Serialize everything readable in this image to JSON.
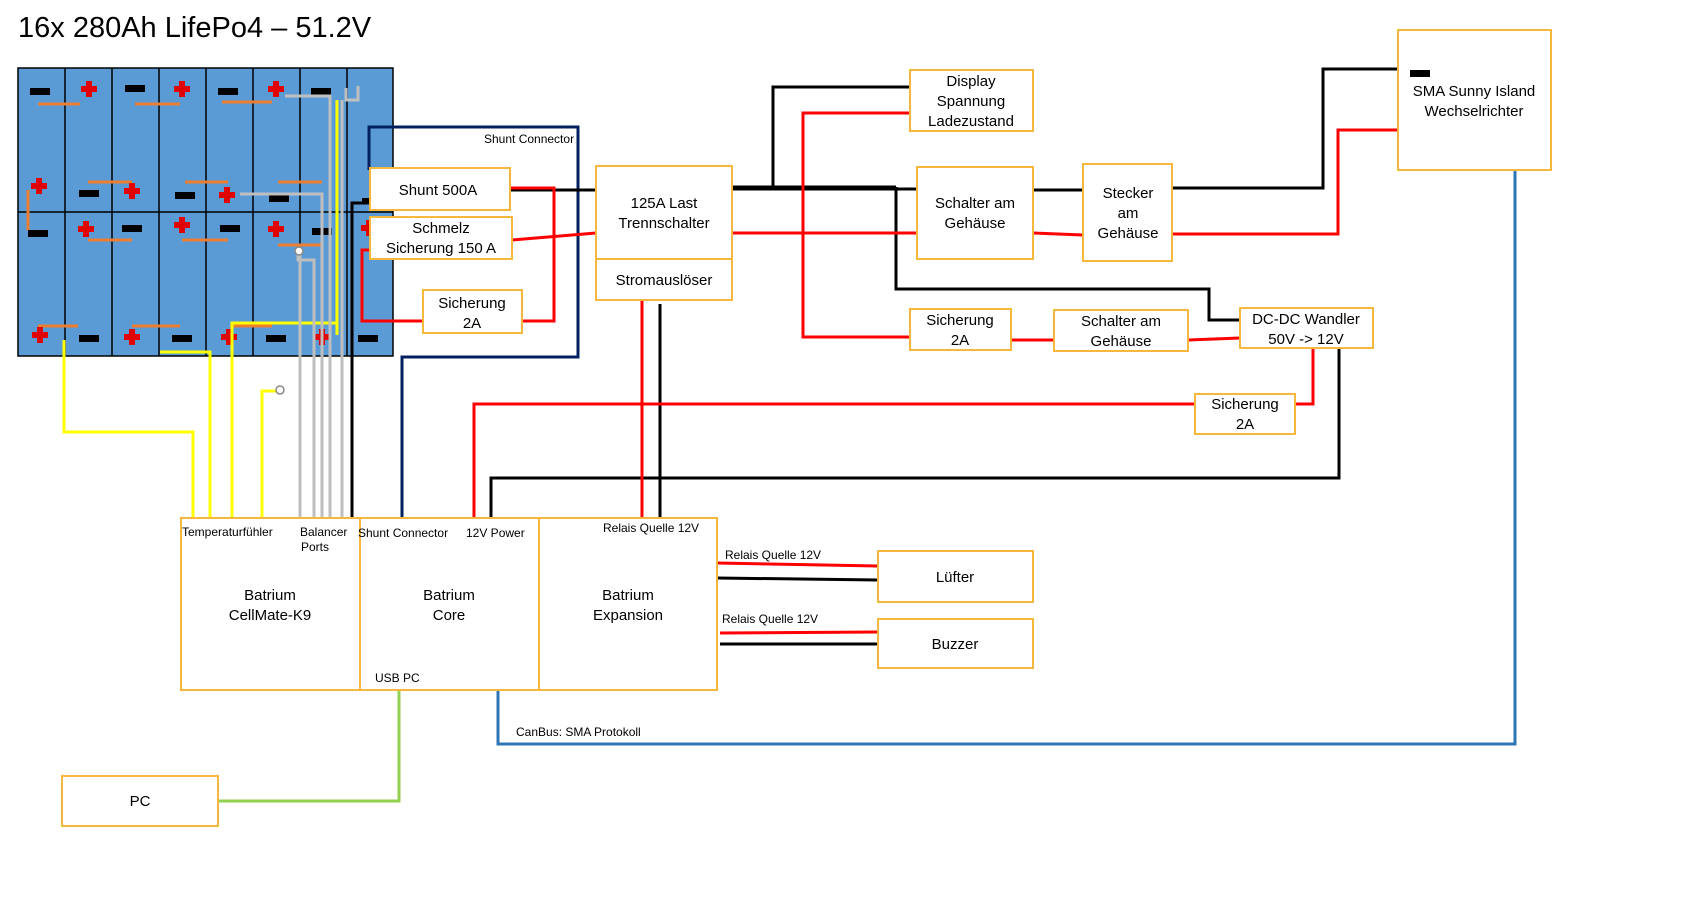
{
  "title": "16x 280Ah LifePo4 – 51.2V",
  "colors": {
    "box_border": "#f6b73c",
    "cell_fill": "#5b9bd5",
    "wire_red": "#ff0000",
    "wire_black": "#000000",
    "wire_yellow": "#ffff00",
    "wire_gray": "#bfbfbf",
    "wire_navy": "#002060",
    "wire_blue": "#2e75b6",
    "wire_green": "#92d050",
    "cell_link": "#ed7d31",
    "plus_sign": "#e00000"
  },
  "icons": {
    "terminal_plus": "plus-icon",
    "terminal_minus": "minus-icon"
  },
  "boxes": {
    "shunt": [
      "Shunt 500A"
    ],
    "fuse150": [
      "Schmelz",
      "Sicherung 150 A"
    ],
    "fuse2a_left": [
      "Sicherung",
      "2A"
    ],
    "disconnect": [
      "125A Last",
      "Trennschalter"
    ],
    "trip": [
      "Stromauslöser"
    ],
    "display": [
      "Display",
      "Spannung",
      "Ladezustand"
    ],
    "switch_top": [
      "Schalter am",
      "Gehäuse"
    ],
    "plug": [
      "Stecker",
      "am",
      "Gehäuse"
    ],
    "sma": [
      "SMA Sunny Island",
      "Wechselrichter"
    ],
    "fuse2a_mid": [
      "Sicherung",
      "2A"
    ],
    "switch_mid": [
      "Schalter am",
      "Gehäuse"
    ],
    "dcdc": [
      "DC-DC Wandler",
      "50V -> 12V"
    ],
    "fuse2a_right": [
      "Sicherung",
      "2A"
    ],
    "cellmate": [
      "Batrium",
      "CellMate-K9"
    ],
    "core": [
      "Batrium",
      "Core"
    ],
    "expansion": [
      "Batrium",
      "Expansion"
    ],
    "fan": [
      "Lüfter"
    ],
    "buzzer": [
      "Buzzer"
    ],
    "pc": [
      "PC"
    ]
  },
  "labels": {
    "shunt_connector_top": "Shunt Connector",
    "temp_sensor": "Temperaturfühler",
    "balancer": [
      "Balancer",
      "Ports"
    ],
    "shunt_connector": "Shunt Connector",
    "power_12v": "12V Power",
    "relay_source_top": "Relais Quelle 12V",
    "relay_source_fan": "Relais Quelle 12V",
    "relay_source_buzzer": "Relais Quelle 12V",
    "usb_pc": "USB PC",
    "canbus": "CanBus: SMA Protokoll"
  }
}
